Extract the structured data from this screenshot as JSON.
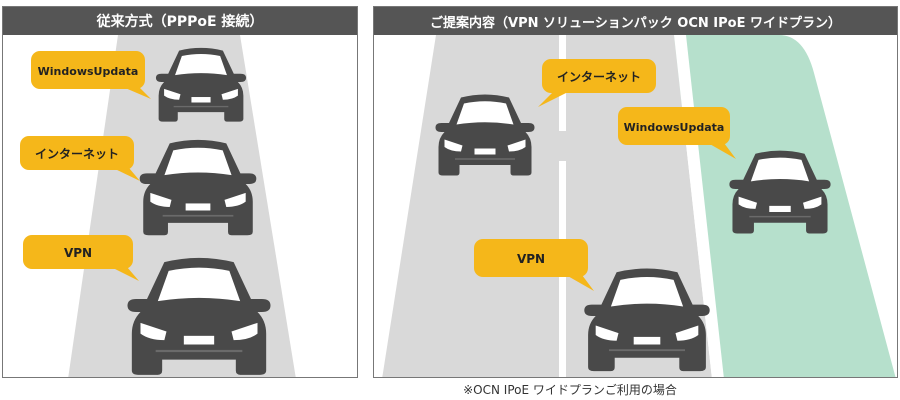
{
  "colors": {
    "header_bg": "#555555",
    "road": "#d9d9d9",
    "green_lane": "#b6e0cc",
    "car": "#494949",
    "car_window": "#ffffff",
    "bubble": "#f5b71a",
    "lane_line": "#ffffff"
  },
  "left_panel": {
    "title": "従来方式（PPPoE 接続）",
    "bubbles": {
      "windows_update": "WindowsUpdata",
      "internet": "インターネット",
      "vpn": "VPN"
    }
  },
  "right_panel": {
    "title": "ご提案内容（VPN ソリューションパック OCN IPoE ワイドプラン）",
    "bubbles": {
      "internet": "インターネット",
      "windows_update": "WindowsUpdata",
      "vpn": "VPN"
    }
  },
  "footnote": "※OCN IPoE ワイドプランご利用の場合"
}
